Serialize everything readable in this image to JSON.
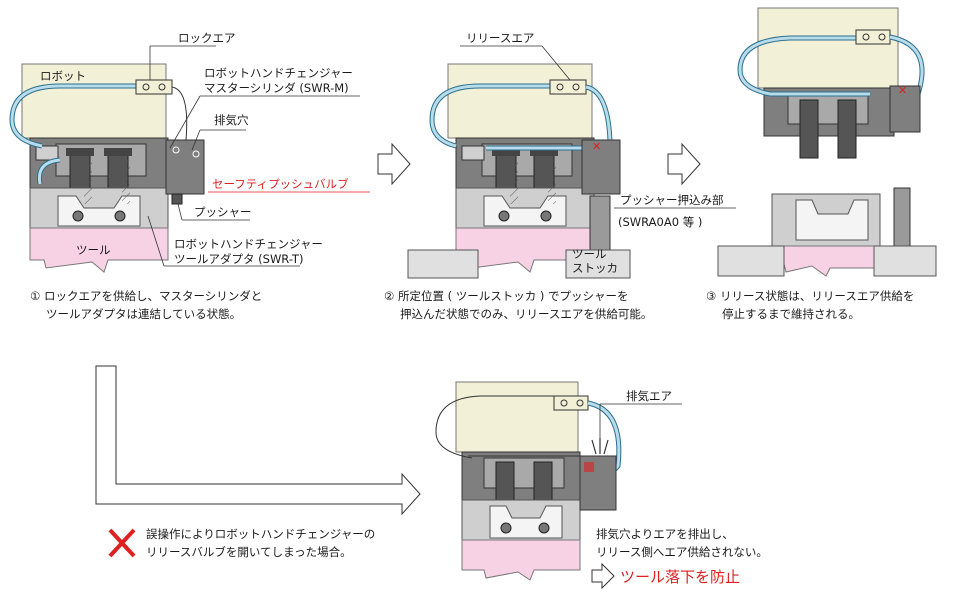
{
  "labels": {
    "lock_air": "ロックエア",
    "robot": "ロボット",
    "master_line1": "ロボットハンドチェンジャー",
    "master_line2": "マスターシリンダ (SWR-M)",
    "exhaust_hole": "排気穴",
    "safety_valve": "セーフティプッシュバルブ",
    "pusher": "プッシャー",
    "tool": "ツール",
    "adapter_line1": "ロボットハンドチェンジャー",
    "adapter_line2": "ツールアダプタ (SWR-T)",
    "release_air": "リリースエア",
    "pusher_push_line1": "プッシャー押込み部",
    "pusher_push_line2": "(SWRA0A0 等 )",
    "tool_stocker_line1": "ツール",
    "tool_stocker_line2": "ストッカ",
    "exhaust_air": "排気エア"
  },
  "captions": {
    "c1_line1": "① ロックエアを供給し、マスターシリンダと",
    "c1_line2": "ツールアダプタは連結している状態。",
    "c2_line1": "② 所定位置 ( ツールストッカ ) でプッシャーを",
    "c2_line2": "押込んだ状態でのみ、リリースエアを供給可能。",
    "c3_line1": "③ リリース状態は、リリースエア供給を",
    "c3_line2": "停止するまで維持される。",
    "c4_line1": "誤操作によりロボットハンドチェンジャーの",
    "c4_line2": "リリースバルブを開いてしまった場合。",
    "c5_line1": "排気穴よりエアを排出し、",
    "c5_line2": "リリース側へエア供給されない。",
    "result": "ツール落下を防止"
  },
  "colors": {
    "robot": "#f2f0d6",
    "master": "#7f7f7f",
    "adapter": "#cfcfcf",
    "tool": "#f7d2e4",
    "stocker": "#e0e0e0",
    "air": "#b8dcea",
    "red": "#e02020"
  }
}
